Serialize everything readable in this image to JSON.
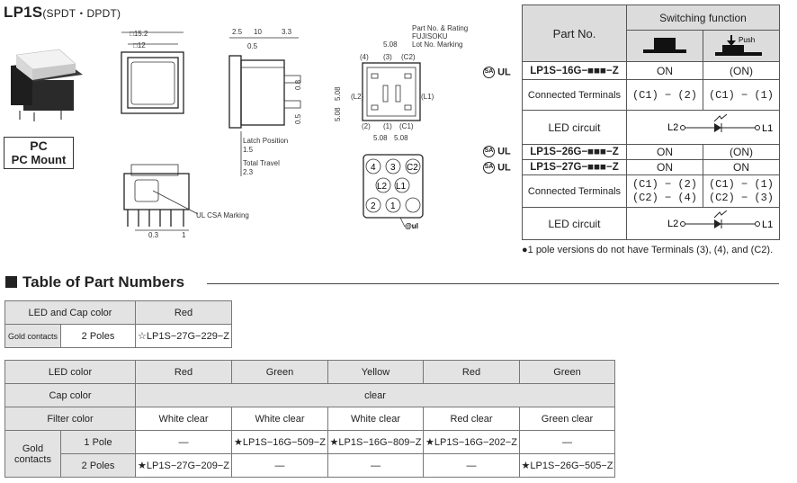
{
  "header": {
    "title": "LP1S",
    "subtitle": "(SPDT・DPDT)"
  },
  "mount": {
    "line1": "PC",
    "line2": "PC Mount"
  },
  "drawing_labels": {
    "d152": "□15.2",
    "d12": "□12",
    "d25": "2.5",
    "d10": "10",
    "d33": "3.3",
    "d05": "0.5",
    "d08": "0.8",
    "d05b": "0.5",
    "latch": "Latch Position",
    "latch_val": "1.5",
    "travel": "Total Travel",
    "travel_val": "2.3",
    "d03": "0.3",
    "d1": "1",
    "ul_marking": "UL CSA    Marking",
    "partno": "Part No. & Rating",
    "fujisoku": "FUJISOKU",
    "lotno": "Lot  No.    Marking",
    "d508a": "5.08",
    "d508b": "5.08",
    "d508c": "5.08",
    "d508d": "5.08",
    "d508e": "5.08",
    "t4": "(4)",
    "t3": "(3)",
    "tc2": "(C2)",
    "tl2": "(L2)",
    "tl1": "(L1)",
    "t2": "(2)",
    "t1": "(1)",
    "tc1": "(C1)",
    "pin4": "4",
    "pin3": "3",
    "pinc2": "C2",
    "pinl2": "L2",
    "pinl1": "L1",
    "pin2": "2",
    "pin1": "1",
    "ul_mark": "@ul"
  },
  "switch_table": {
    "part_no_header": "Part No.",
    "function_header": "Switching function",
    "push_label": "Push",
    "rows": {
      "p16": "LP1S−16G−■■■−Z",
      "p16_a": "ON",
      "p16_b": "(ON)",
      "conn_label": "Connected Terminals",
      "conn16_a": "(C1) − (2)",
      "conn16_b": "(C1) − (1)",
      "led_label": "LED circuit",
      "p26": "LP1S−26G−■■■−Z",
      "p26_a": "ON",
      "p26_b": "(ON)",
      "p27": "LP1S−27G−■■■−Z",
      "p27_a": "ON",
      "p27_b": "ON",
      "conn2_label": "Connected Terminals",
      "conn2_a1": "(C1) − (2)",
      "conn2_a2": "(C2) − (4)",
      "conn2_b1": "(C1) − (1)",
      "conn2_b2": "(C2) − (3)",
      "led2_label": "LED circuit",
      "l2": "L2",
      "l1": "L1"
    }
  },
  "note": "●1 pole versions do not have Terminals (3), (4), and (C2).",
  "section_title": "Table of Part Numbers",
  "table1": {
    "h_label": "LED and Cap color",
    "h_val": "Red",
    "r_label": "Gold contacts",
    "r_poles": "2 Poles",
    "r_val": "☆LP1S−27G−229−Z"
  },
  "table2": {
    "led_color_label": "LED color",
    "led_colors": [
      "Red",
      "Green",
      "Yellow",
      "Red",
      "Green"
    ],
    "cap_color_label": "Cap color",
    "cap_color": "clear",
    "filter_label": "Filter color",
    "filters": [
      "White clear",
      "White clear",
      "White clear",
      "Red clear",
      "Green clear"
    ],
    "gold_label": "Gold contacts",
    "pole1_label": "1 Pole",
    "pole1": [
      "—",
      "★LP1S−16G−509−Z",
      "★LP1S−16G−809−Z",
      "★LP1S−16G−202−Z",
      "—"
    ],
    "pole2_label": "2 Poles",
    "pole2": [
      "★LP1S−27G−209−Z",
      "—",
      "—",
      "—",
      "★LP1S−26G−505−Z"
    ]
  },
  "cert_marks": {
    "csa": "SA",
    "ul": "UL"
  },
  "colors": {
    "header_gray": "#dcdcdc",
    "table_gray": "#e3e3e3"
  }
}
